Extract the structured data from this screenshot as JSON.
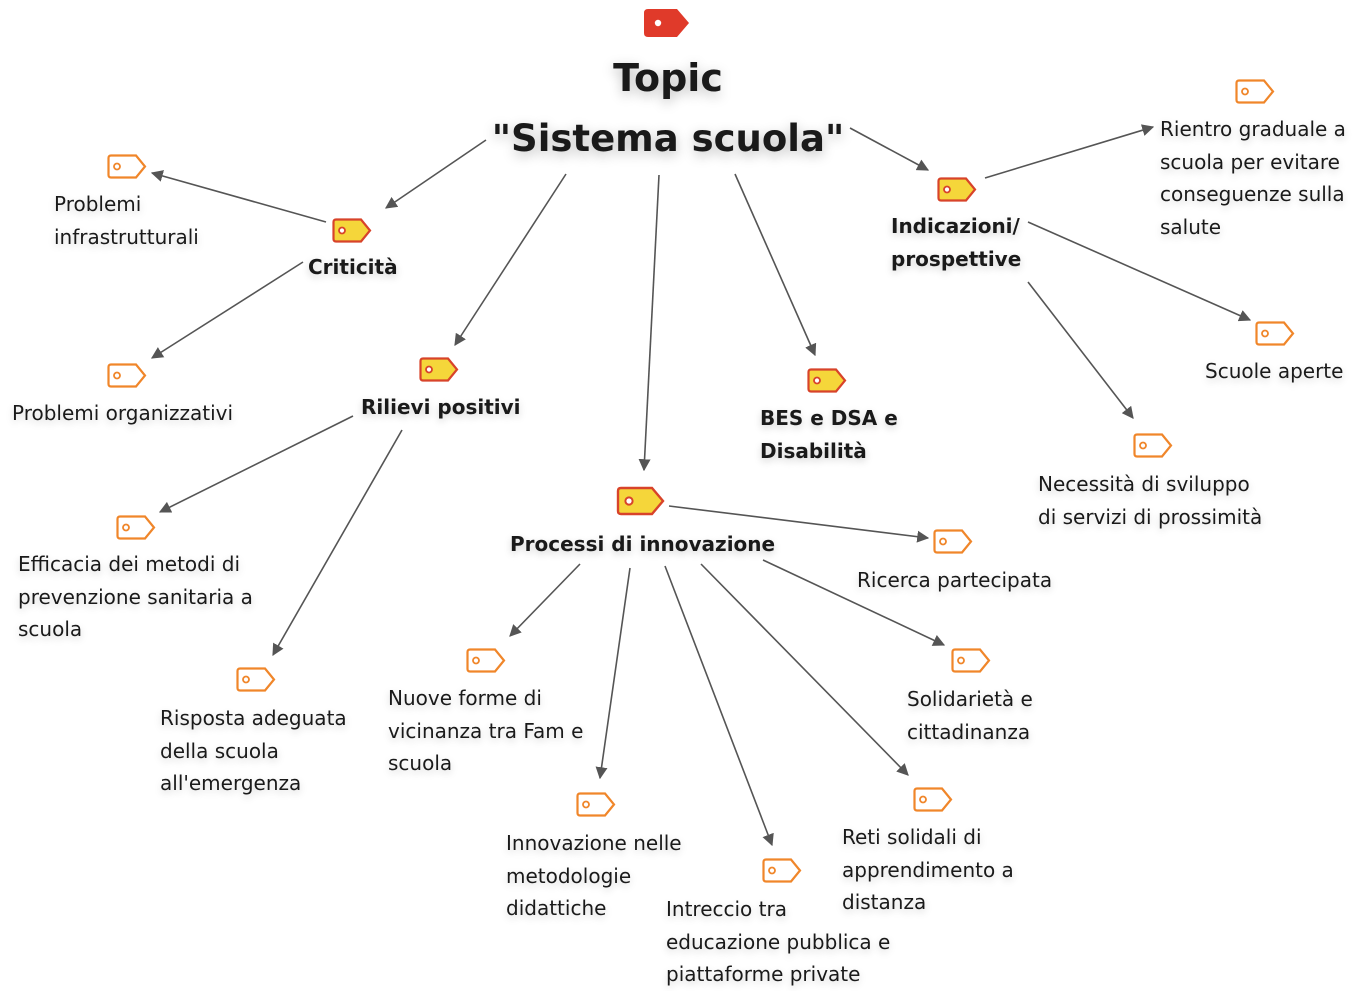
{
  "root": {
    "line1": "Topic",
    "line2": "\"Sistema scuola\""
  },
  "branches": {
    "criticita": "Criticità",
    "rilievi": "Rilievi positivi",
    "processi": "Processi di innovazione",
    "bes": "BES e DSA e\nDisabilità",
    "indicazioni": "Indicazioni/\nprospettive"
  },
  "leaves": {
    "infrastrutturali": "Problemi\ninfrastrutturali",
    "organizzativi": "Problemi organizzativi",
    "efficacia": "Efficacia dei metodi di\nprevenzione sanitaria a\nscuola",
    "risposta": "Risposta adeguata\ndella scuola\nall'emergenza",
    "vicinanza": "Nuove forme di\nvicinanza tra Fam e\nscuola",
    "metodologie": "Innovazione nelle\nmetodologie\ndidattiche",
    "intreccio": "Intreccio tra\neducazione pubblica e\npiattaforme private",
    "reti": "Reti solidali di\napprendimento a\ndistanza",
    "solidarieta": "Solidarietà e\ncittadinanza",
    "ricerca": "Ricerca partecipata",
    "rientro": "Rientro graduale a\nscuola per evitare\nconseguenze sulla\nsalute",
    "aperte": "Scuole aperte",
    "prossimita": "Necessità di sviluppo\ndi servizi di prossimità"
  },
  "colors": {
    "root_tag": "#e03a2a",
    "branch_tag_fill": "#f5d63a",
    "branch_tag_stroke": "#d8432a",
    "leaf_tag_stroke": "#f0862a",
    "arrow": "#555555"
  }
}
